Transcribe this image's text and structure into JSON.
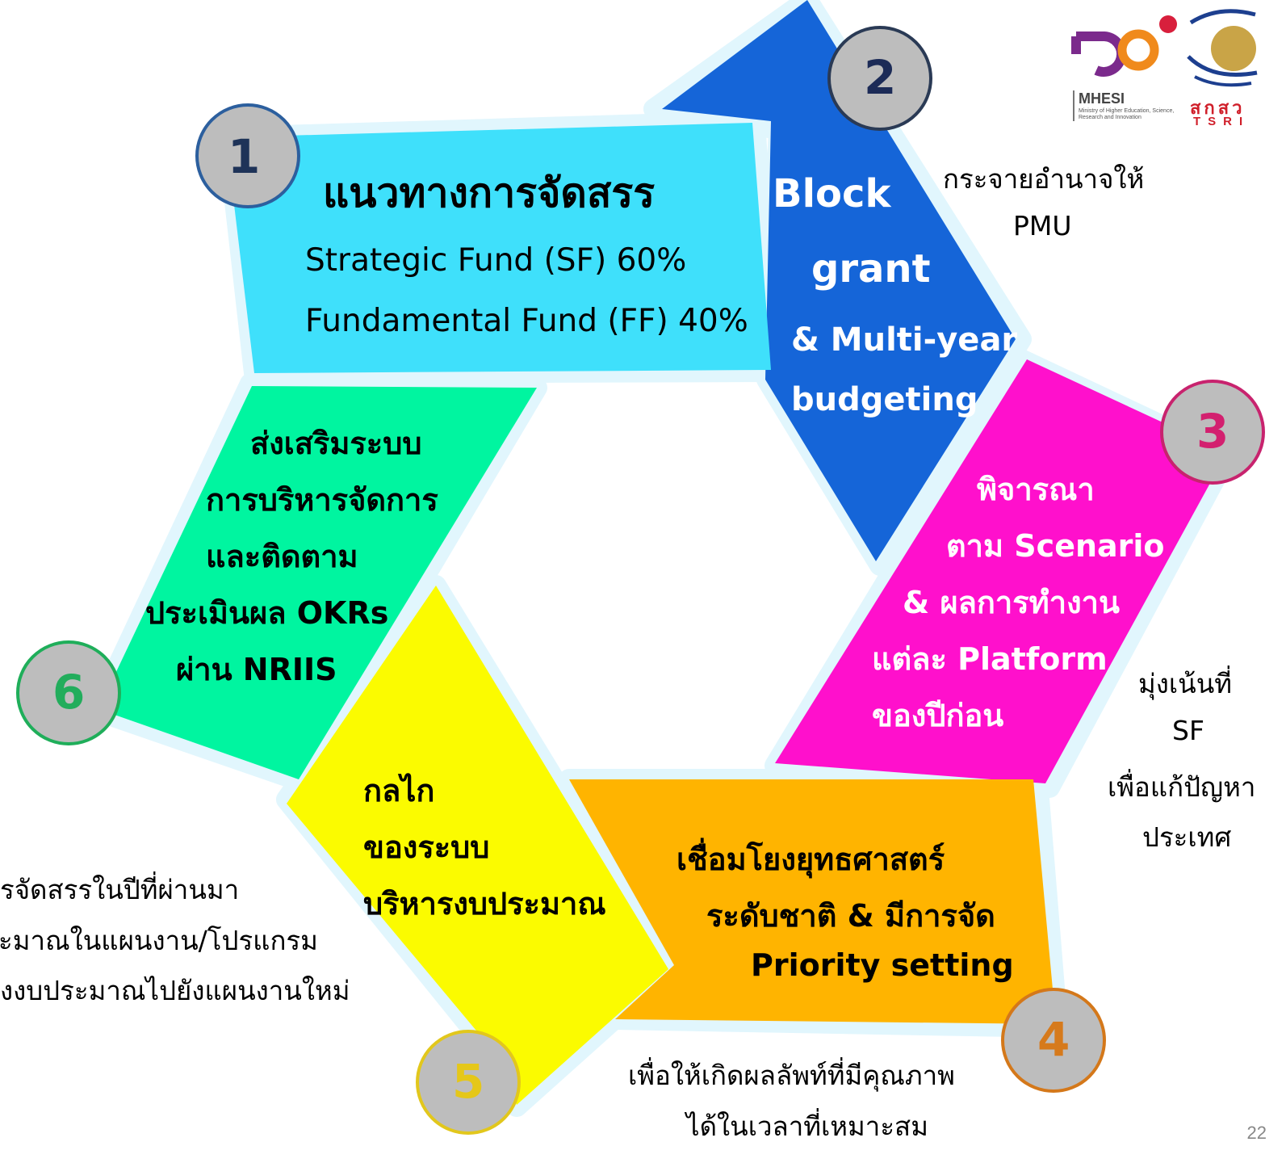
{
  "steps": [
    {
      "number": "1",
      "lines": [
        "แนวทางการจัดสรร",
        "Strategic  Fund  (SF) 60%",
        "Fundamental  Fund  (FF) 40%"
      ]
    },
    {
      "number": "2",
      "lines": [
        "Block",
        "grant",
        "& Multi-year",
        "budgeting"
      ]
    },
    {
      "number": "3",
      "lines": [
        "พิจารณา",
        "ตาม Scenario",
        "& ผลการทำงาน",
        "แต่ละ Platform",
        "ของปีก่อน"
      ]
    },
    {
      "number": "4",
      "lines": [
        "เชื่อมโยงยุทธศาสตร์",
        "ระดับชาติ & มีการจัด",
        "Priority setting"
      ]
    },
    {
      "number": "5",
      "lines": [
        "กลไก",
        "ของระบบ",
        "บริหารงบประมาณ"
      ]
    },
    {
      "number": "6",
      "lines": [
        "ส่งเสริมระบบ",
        "การบริหารจัดการ",
        "และติดตาม",
        "ประเมินผล OKRs",
        "ผ่าน NRIIS"
      ]
    }
  ],
  "notes": {
    "step2": [
      "กระจายอำนาจให้",
      "PMU"
    ],
    "step3": [
      "มุ่งเน้นที่",
      "SF",
      "เพื่อแก้ปัญหา",
      "ประเทศ"
    ],
    "step4": [
      "เพื่อให้เกิดผลลัพท์ที่มีคุณภาพ",
      "ได้ในเวลาที่เหมาะสม"
    ],
    "step5": [
      "รจัดสรรในปีที่ผ่านมา",
      "ะมาณในแผนงาน/โปรแกรม",
      "งงบประมาณไปยังแผนงานใหม่"
    ]
  },
  "logos": {
    "mhesi": "MHESI",
    "mhesi_sub": "Ministry of Higher Education, Science, Research and Innovation",
    "tsri_thai": "สกสว",
    "tsri": "TSRI"
  },
  "page_number": "22",
  "colors": {
    "step1_fill": "#3fe0fb",
    "step2_fill": "#1565d8",
    "step3_fill": "#ff10cc",
    "step4_fill": "#ffb400",
    "step5_fill": "#fbfb00",
    "step6_fill": "#00f5a0",
    "circle_fill": "#bdbdbd",
    "glow": "#dff6fd"
  }
}
